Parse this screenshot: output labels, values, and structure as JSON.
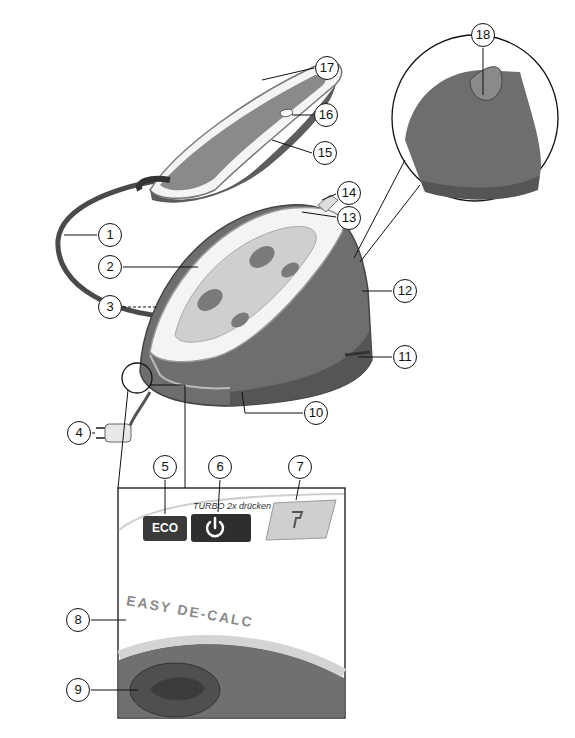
{
  "diagram": {
    "labels": [
      "1",
      "2",
      "3",
      "4",
      "5",
      "6",
      "7",
      "8",
      "9",
      "10",
      "11",
      "12",
      "13",
      "14",
      "15",
      "16",
      "17",
      "18",
      "ECO",
      "TURBO 2x drücken",
      "EASY DE-CALC"
    ]
  }
}
